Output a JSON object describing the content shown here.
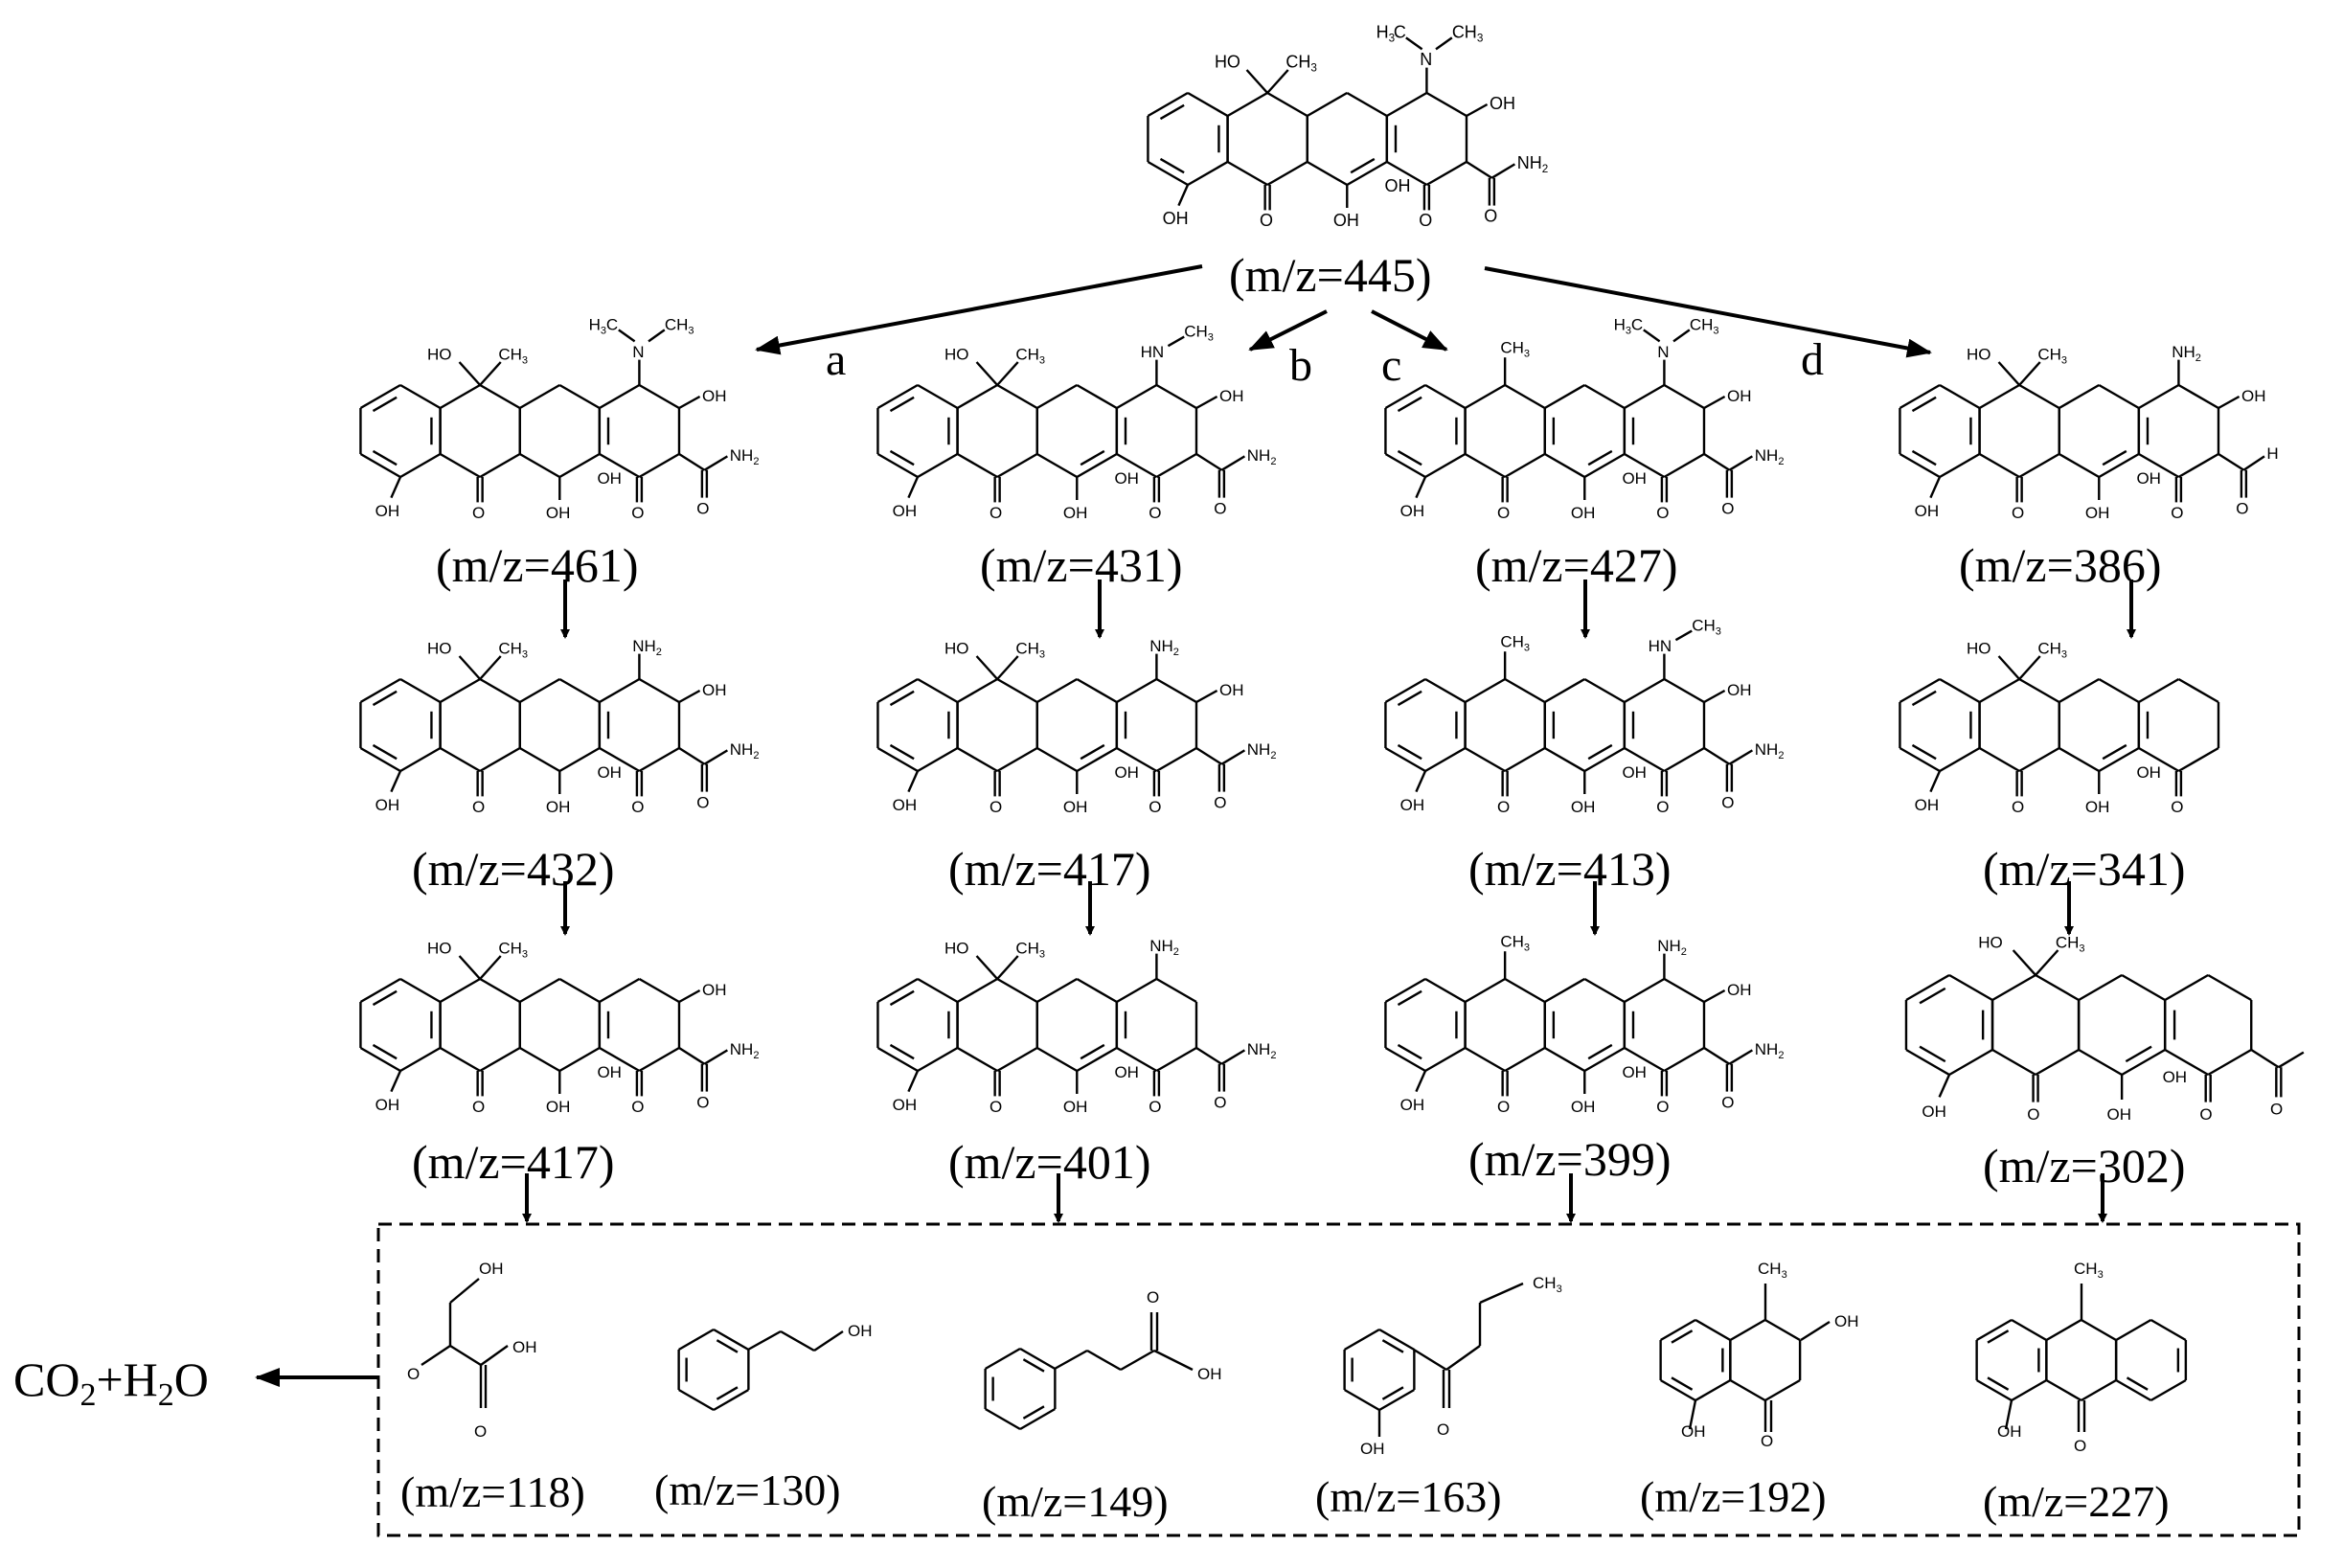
{
  "root": {
    "label": "(m/z=445)"
  },
  "pathways": [
    {
      "letter": "a",
      "steps": [
        "(m/z=461)",
        "(m/z=432)",
        "(m/z=417)"
      ]
    },
    {
      "letter": "b",
      "steps": [
        "(m/z=431)",
        "(m/z=417)",
        "(m/z=401)"
      ]
    },
    {
      "letter": "c",
      "steps": [
        "(m/z=427)",
        "(m/z=413)",
        "(m/z=399)"
      ]
    },
    {
      "letter": "d",
      "steps": [
        "(m/z=386)",
        "(m/z=341)",
        "(m/z=302)"
      ]
    }
  ],
  "small_products": [
    "(m/z=118)",
    "(m/z=130)",
    "(m/z=149)",
    "(m/z=163)",
    "(m/z=192)",
    "(m/z=227)"
  ],
  "final_product": {
    "co2": "CO",
    "two": "2",
    "plus": "+H",
    "h2": "2",
    "o": "O"
  },
  "atom_labels": {
    "oh": "OH",
    "ho": "HO",
    "nh2": "NH",
    "ch3": "CH",
    "h3c": "H",
    "n": "N",
    "hn": "HN",
    "h": "H",
    "o": "O"
  }
}
